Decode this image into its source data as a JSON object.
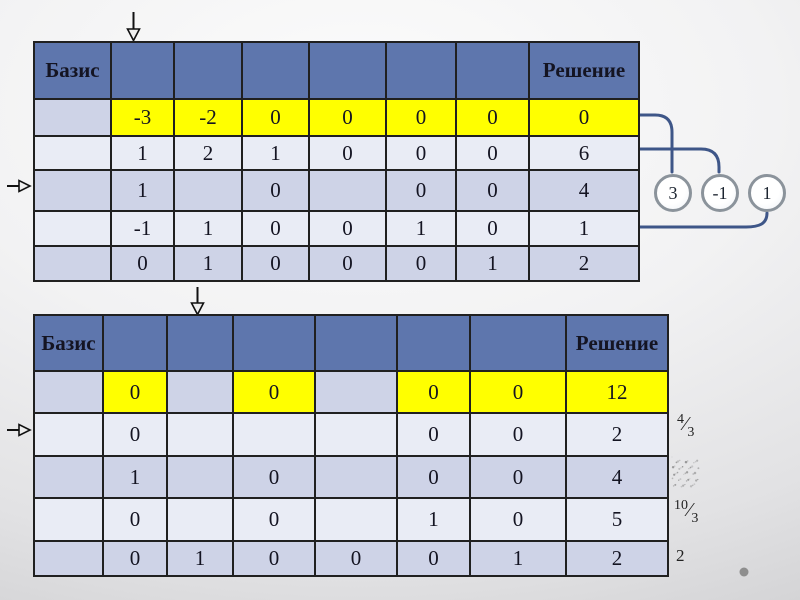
{
  "colors": {
    "header_blue": "#5e76ad",
    "row_light": "#e9ecf5",
    "row_lavender": "#ced3e7",
    "highlight_yellow": "#ffff00",
    "border_dark": "#202020",
    "connector_blue": "#3e5688",
    "circle_border": "#8b939b",
    "text_dark": "#141422"
  },
  "table1": {
    "basis_header": "Базис",
    "solution_header": "Решение",
    "pivot_column_index": 1,
    "pivot_row_index": 2,
    "rows": [
      {
        "cells": [
          "",
          "-3",
          "-2",
          "0",
          "0",
          "0",
          "0",
          "0"
        ],
        "yellow": [
          false,
          true,
          true,
          true,
          true,
          true,
          true,
          true
        ]
      },
      {
        "cells": [
          "",
          "1",
          "2",
          "1",
          "0",
          "0",
          "0",
          "6"
        ],
        "yellow": [
          false,
          false,
          false,
          false,
          false,
          false,
          false,
          false
        ]
      },
      {
        "cells": [
          "",
          "1",
          "",
          "0",
          "",
          "0",
          "0",
          "4"
        ],
        "yellow": [
          false,
          false,
          false,
          false,
          false,
          false,
          false,
          false
        ]
      },
      {
        "cells": [
          "",
          "-1",
          "1",
          "0",
          "0",
          "1",
          "0",
          "1"
        ],
        "yellow": [
          false,
          false,
          false,
          false,
          false,
          false,
          false,
          false
        ]
      },
      {
        "cells": [
          "",
          "0",
          "1",
          "0",
          "0",
          "0",
          "1",
          "2"
        ],
        "yellow": [
          false,
          false,
          false,
          false,
          false,
          false,
          false,
          false
        ]
      }
    ]
  },
  "table2": {
    "basis_header": "Базис",
    "solution_header": "Решение",
    "pivot_column_index": 2,
    "pivot_row_index": 1,
    "rows": [
      {
        "cells": [
          "",
          "0",
          "",
          "0",
          "",
          "0",
          "0",
          "12"
        ],
        "yellow": [
          false,
          true,
          false,
          true,
          false,
          true,
          true,
          true
        ]
      },
      {
        "cells": [
          "",
          "0",
          "",
          "",
          "",
          "0",
          "0",
          "2"
        ],
        "yellow": [
          false,
          false,
          false,
          false,
          false,
          false,
          false,
          false
        ]
      },
      {
        "cells": [
          "",
          "1",
          "",
          "0",
          "",
          "0",
          "0",
          "4"
        ],
        "yellow": [
          false,
          false,
          false,
          false,
          false,
          false,
          false,
          false
        ]
      },
      {
        "cells": [
          "",
          "0",
          "",
          "0",
          "",
          "1",
          "0",
          "5"
        ],
        "yellow": [
          false,
          false,
          false,
          false,
          false,
          false,
          false,
          false
        ]
      },
      {
        "cells": [
          "",
          "0",
          "1",
          "0",
          "0",
          "0",
          "1",
          "2"
        ],
        "yellow": [
          false,
          false,
          false,
          false,
          false,
          false,
          false,
          false
        ]
      }
    ]
  },
  "pivot_circles": [
    "3",
    "-1",
    "1"
  ],
  "ratios": {
    "r1": {
      "num": "4",
      "den": "3"
    },
    "r3": {
      "num": "10",
      "den": "3"
    },
    "r4": "2"
  }
}
